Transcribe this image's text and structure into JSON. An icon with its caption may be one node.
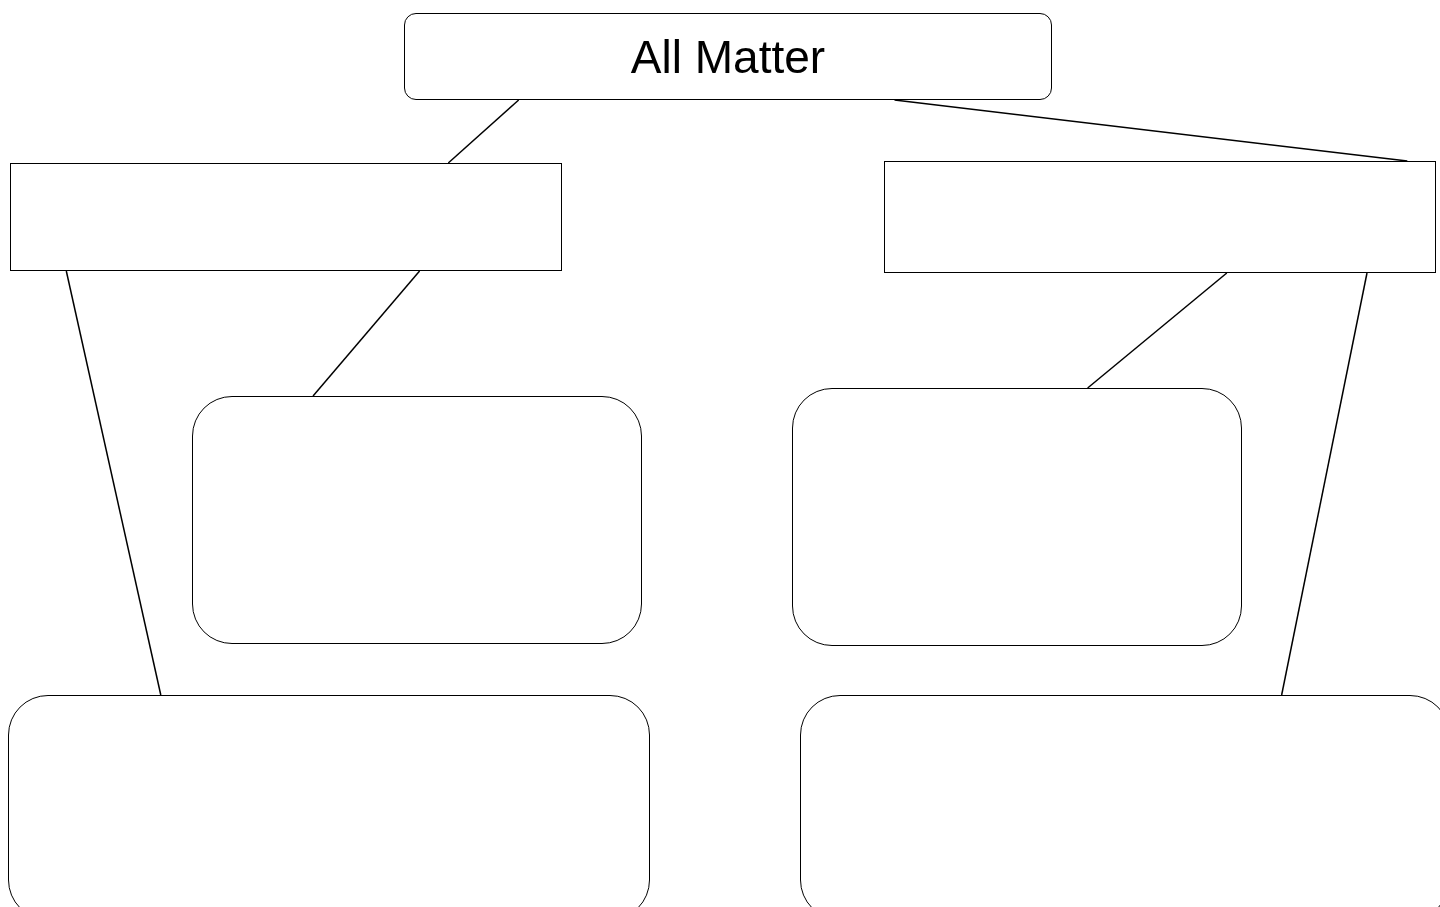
{
  "diagram": {
    "nodes": [
      {
        "text": [
          "All Matter"
        ]
      },
      {
        "text": [],
        "shape": "box"
      },
      {
        "text": [],
        "shape": "box"
      },
      {
        "text": [],
        "shape": "box"
      },
      {
        "text": [],
        "shape": "box"
      },
      {
        "text": [],
        "shape": "box"
      },
      {
        "text": [],
        "shape": "box"
      }
    ],
    "edges": [
      {
        "from": 0,
        "to": 1,
        "arrow": "none"
      },
      {
        "from": 0,
        "to": 2,
        "arrow": "none"
      },
      {
        "from": 1,
        "to": 3,
        "arrow": "none"
      },
      {
        "from": 1,
        "to": 5,
        "arrow": "none"
      },
      {
        "from": 2,
        "to": 4,
        "arrow": "none"
      },
      {
        "from": 2,
        "to": 6,
        "arrow": "none"
      }
    ]
  }
}
